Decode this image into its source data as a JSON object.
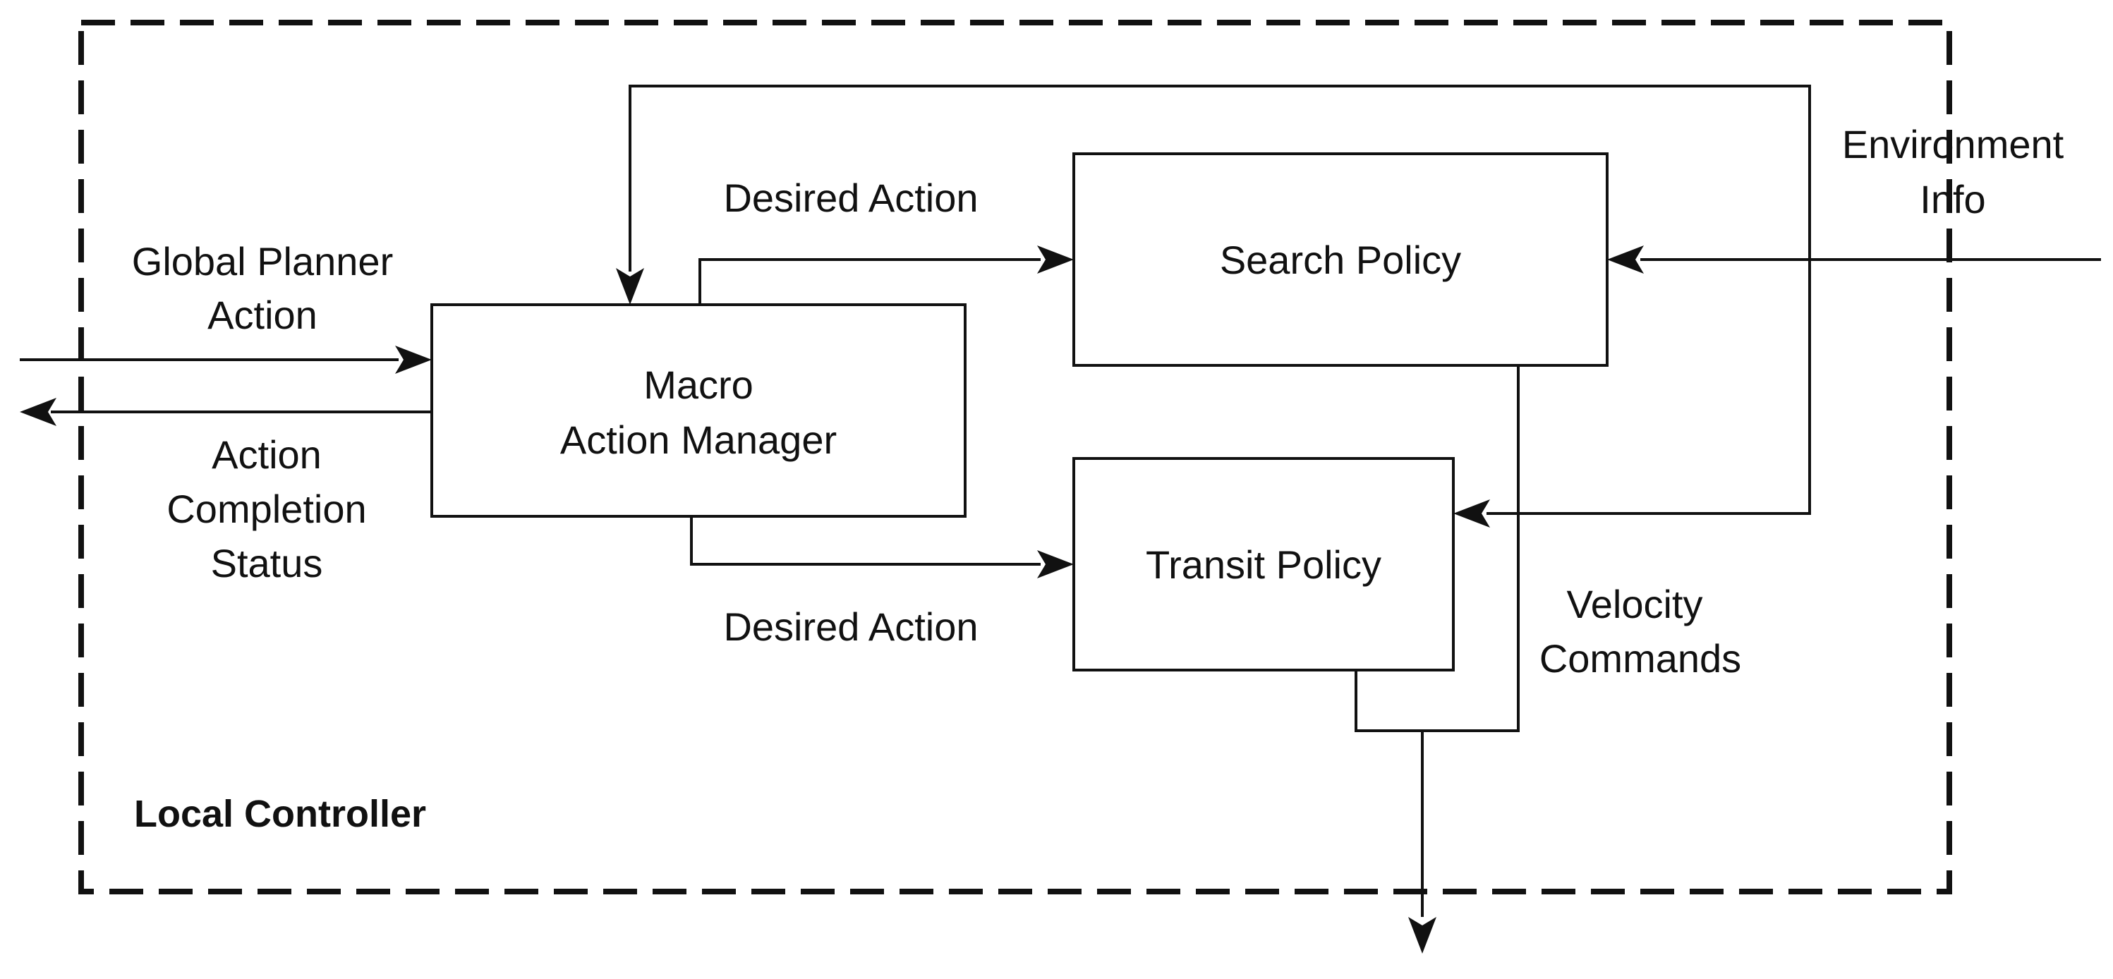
{
  "container": {
    "label": "Local Controller"
  },
  "blocks": {
    "macro": {
      "lines": [
        "Macro",
        "Action Manager"
      ]
    },
    "search": {
      "label": "Search Policy"
    },
    "transit": {
      "label": "Transit Policy"
    }
  },
  "edge_labels": {
    "global_planner": [
      "Global Planner",
      "Action"
    ],
    "completion": [
      "Action",
      "Completion",
      "Status"
    ],
    "desired_top": "Desired Action",
    "desired_bottom": "Desired Action",
    "environment": [
      "Environment",
      "Info"
    ],
    "velocity": [
      "Velocity",
      "Commands"
    ]
  },
  "colors": {
    "stroke": "#111111",
    "background": "#ffffff"
  }
}
